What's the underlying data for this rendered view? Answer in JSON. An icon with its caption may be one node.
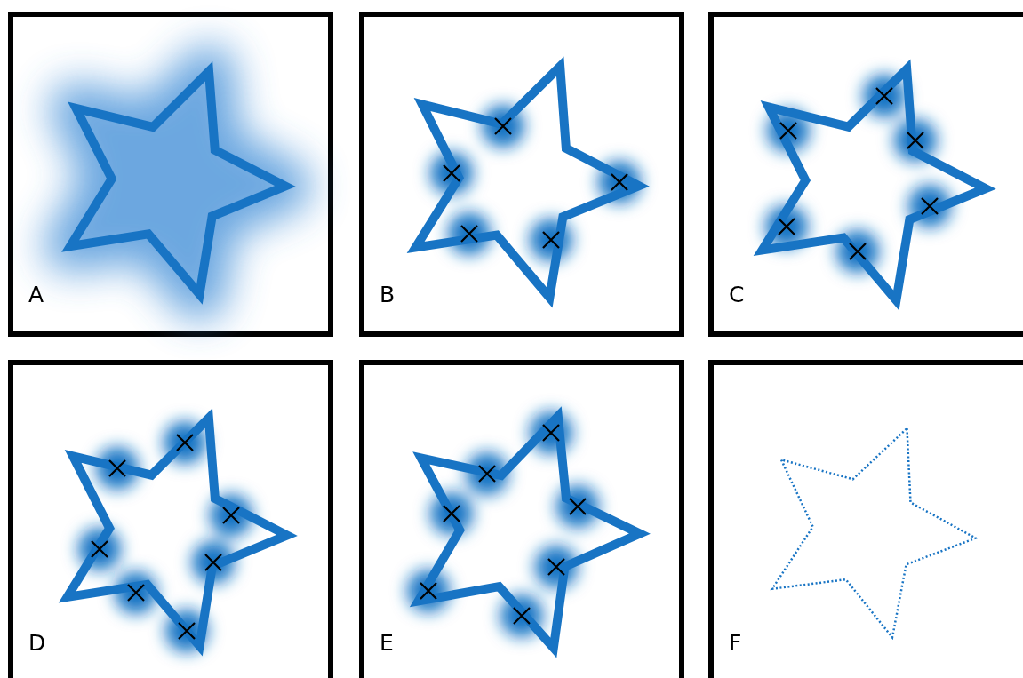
{
  "diagram": {
    "nodes": [
      {
        "text": [
          "A"
        ]
      },
      {
        "text": [
          "B"
        ]
      },
      {
        "text": [
          "C"
        ]
      },
      {
        "text": [
          "D"
        ]
      },
      {
        "text": [
          "E"
        ]
      },
      {
        "text": [
          "F"
        ]
      }
    ]
  }
}
